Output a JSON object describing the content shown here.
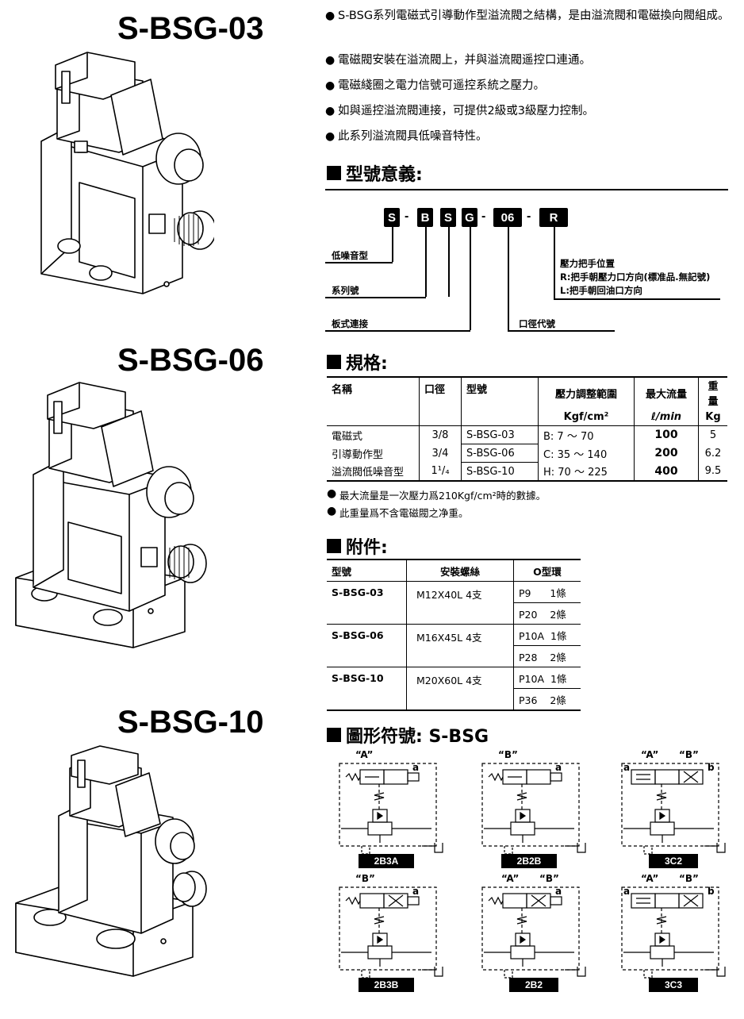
{
  "models": [
    {
      "title": "S-BSG-03"
    },
    {
      "title": "S-BSG-06"
    },
    {
      "title": "S-BSG-10"
    }
  ],
  "bullets": [
    "S-BSG系列電磁式引導動作型溢流閥之結構，是由溢流閥和電磁換向閥組成。",
    "電磁閥安裝在溢流閥上，并與溢流閥遥控口連通。",
    "電磁綫圈之電力信號可遥控系統之壓力。",
    "如與遥控溢流閥連接，可提供2級或3級壓力控制。",
    "此系列溢流閥具低噪音特性。"
  ],
  "model_code": {
    "heading": "型號意義:",
    "parts": [
      "S",
      "B",
      "S",
      "G",
      "06",
      "R"
    ],
    "dash": "-",
    "labels": {
      "low_noise": "低噪音型",
      "series": "系列號",
      "plate": "板式連接",
      "bore": "口徑代號",
      "handle_title": "壓力把手位置",
      "handle_r": "R:把手朝壓力口方向(標准品.無記號)",
      "handle_l": "L:把手朝回油口方向"
    }
  },
  "spec": {
    "heading": "規格:",
    "headers": {
      "name": "名稱",
      "bore": "口徑",
      "model": "型號",
      "pressure": "壓力調整範圍",
      "pressure_unit": "Kgf/cm²",
      "flow": "最大流量",
      "flow_unit": "ℓ/min",
      "weight": "重量",
      "weight_unit": "Kg"
    },
    "name_lines": [
      "電磁式",
      "引導動作型",
      "溢流閥低噪音型"
    ],
    "rows": [
      {
        "bore": "3/8",
        "model": "S-BSG-03",
        "pressure": "B:   7 ～  70",
        "flow": "100",
        "weight": "5"
      },
      {
        "bore": "3/4",
        "model": "S-BSG-06",
        "pressure": "C:  35 ～ 140",
        "flow": "200",
        "weight": "6.2"
      },
      {
        "bore": "1¹/₄",
        "model": "S-BSG-10",
        "pressure": "H:  70 ～ 225",
        "flow": "400",
        "weight": "9.5"
      }
    ],
    "notes": [
      "最大流量是一次壓力爲210Kgf/cm²時的數據。",
      "此重量爲不含電磁閥之净重。"
    ]
  },
  "accessories": {
    "heading": "附件:",
    "headers": {
      "model": "型號",
      "screw": "安裝螺絲",
      "oring": "O型環"
    },
    "rows": [
      {
        "model": "S-BSG-03",
        "screw": "M12X40L  4支",
        "orings": [
          "P9      1條",
          "P20    2條"
        ]
      },
      {
        "model": "S-BSG-06",
        "screw": "M16X45L  4支",
        "orings": [
          "P10A  1條",
          "P28    2條"
        ]
      },
      {
        "model": "S-BSG-10",
        "screw": "M20X60L  4支",
        "orings": [
          "P10A  1條",
          "P36    2條"
        ]
      }
    ]
  },
  "symbols": {
    "heading": "圖形符號:  S-BSG",
    "items": [
      {
        "code": "2B3A",
        "ports": [
          "“A”"
        ],
        "marks": [
          "a"
        ]
      },
      {
        "code": "2B2B",
        "ports": [
          "“B”"
        ],
        "marks": [
          "a"
        ]
      },
      {
        "code": "3C2",
        "ports": [
          "“A”",
          "“B”"
        ],
        "marks": [
          "a",
          "b"
        ]
      },
      {
        "code": "2B3B",
        "ports": [
          "“B”"
        ],
        "marks": [
          "a"
        ]
      },
      {
        "code": "2B2",
        "ports": [
          "“A”",
          "“B”"
        ],
        "marks": [
          "a"
        ]
      },
      {
        "code": "3C3",
        "ports": [
          "“A”",
          "“B”"
        ],
        "marks": [
          "a",
          "b"
        ]
      }
    ]
  }
}
